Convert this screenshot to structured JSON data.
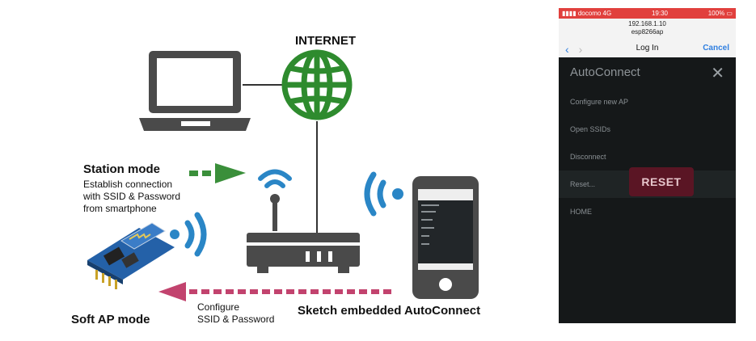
{
  "diagram": {
    "internet_label": "INTERNET",
    "station_mode_title": "Station mode",
    "station_mode_lines": [
      "Establish connection",
      "with SSID & Password",
      "from smartphone"
    ],
    "soft_ap_label": "Soft AP mode",
    "configure_lines": [
      "Configure",
      "SSID & Password"
    ],
    "sketch_label": "Sketch embedded AutoConnect",
    "colors": {
      "internet_green": "#2e8b2e",
      "wifi_blue": "#2a86c6",
      "device_gray": "#4a4a4a",
      "station_arrow": "#3a8f3a",
      "configure_arrow": "#c2436e"
    }
  },
  "phone": {
    "status": {
      "carrier": "docomo",
      "network": "4G",
      "time": "19:30",
      "battery": "100%"
    },
    "url": {
      "host": "192.168.1.10",
      "ssid": "esp8266ap"
    },
    "nav": {
      "back": "‹",
      "forward": "›",
      "title": "Log In",
      "cancel": "Cancel"
    },
    "menu": {
      "title": "AutoConnect",
      "close_icon": "close-icon",
      "items": [
        "Configure new AP",
        "Open SSIDs",
        "Disconnect",
        "Reset...",
        "HOME"
      ]
    },
    "reset_button": "RESET"
  }
}
